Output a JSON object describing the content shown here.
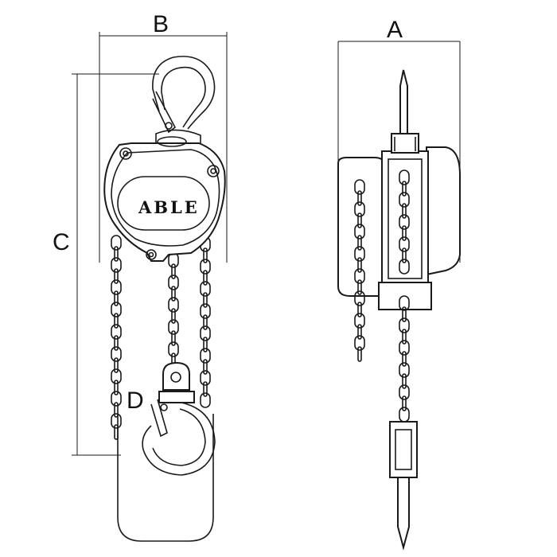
{
  "dimensions": {
    "width_label": "B",
    "depth_label": "A",
    "height_label": "C",
    "hook_label": "D"
  },
  "brand": {
    "logo_text": "ABLE"
  },
  "colors": {
    "line": "#1a1a1a",
    "background": "#ffffff"
  }
}
